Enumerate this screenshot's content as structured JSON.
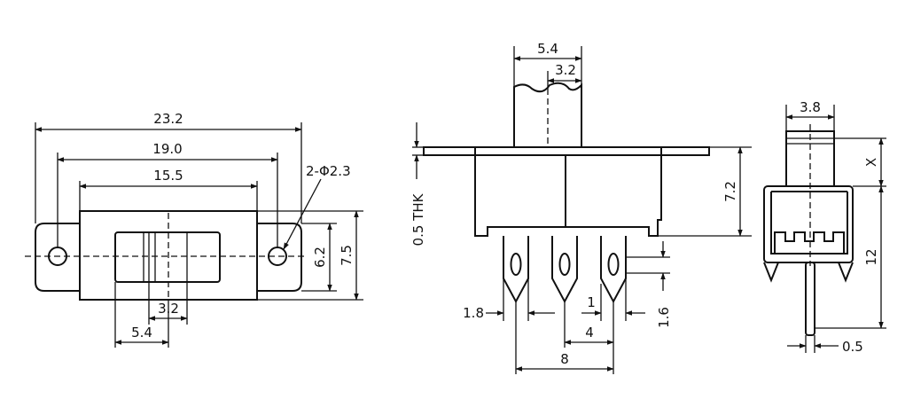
{
  "top_view": {
    "dims": {
      "overall_length": "23.2",
      "hole_spacing": "19.0",
      "body_length": "15.5",
      "mount_holes": "2-Φ2.3",
      "body_width": "6.2",
      "flange_width": "7.5",
      "actuator_travel": "3.2",
      "actuator_offset": "5.4"
    }
  },
  "side_view": {
    "dims": {
      "actuator_width": "5.4",
      "actuator_inner": "3.2",
      "plate_thickness": "0.5 THK",
      "body_height": "7.2",
      "pin_width": "1.8",
      "pin_gap": "1",
      "pin_thickness": "1.6",
      "pin_pitch": "4",
      "pin_span": "8"
    }
  },
  "end_view": {
    "dims": {
      "actuator_width": "3.8",
      "actuator_height": "X",
      "body_height": "12",
      "pin_thickness": "0.5"
    }
  }
}
